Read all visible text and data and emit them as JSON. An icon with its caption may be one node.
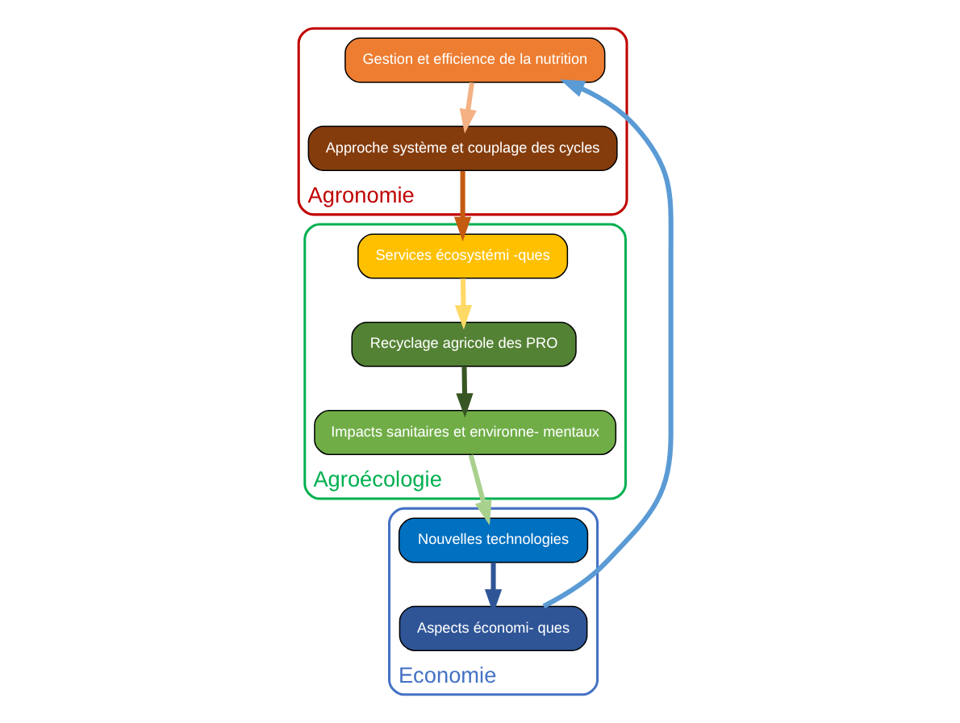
{
  "diagram": {
    "nodes": [
      {
        "text": [
          "Economie"
        ]
      },
      {
        "text": [
          "Aspects économi- ques"
        ],
        "in": 0
      },
      {
        "text": [
          "Nouvelles technologies"
        ],
        "in": 0
      },
      {
        "text": [
          "Agronomie"
        ]
      },
      {
        "text": [
          "Gestion et efficience de la nutrition"
        ],
        "in": 3
      },
      {
        "text": [
          "Approche système et couplage des cycles"
        ],
        "in": 3
      },
      {
        "text": [
          "Agroécologie"
        ]
      },
      {
        "text": [
          "Impacts sanitaires et environne- mentaux"
        ],
        "in": 6
      },
      {
        "text": [
          "Recyclage agricole des PRO"
        ],
        "in": 6
      },
      {
        "text": [
          "Services écosystémi -ques"
        ],
        "in": 6
      }
    ],
    "edges": [
      {
        "from": 1,
        "to": 4,
        "arrow": "to",
        "color": "#5b9bd5"
      },
      {
        "from": 4,
        "to": 5,
        "arrow": "to",
        "color": "#f4b183"
      },
      {
        "from": 5,
        "to": 9,
        "arrow": "to",
        "color": "#c55a11"
      },
      {
        "from": 9,
        "to": 8,
        "arrow": "to",
        "color": "#ffd966"
      },
      {
        "from": 8,
        "to": 7,
        "arrow": "to",
        "color": "#375623"
      },
      {
        "from": 7,
        "to": 2,
        "arrow": "to",
        "color": "#a9d18e"
      },
      {
        "from": 2,
        "to": 1,
        "arrow": "to",
        "color": "#2f5597"
      }
    ]
  }
}
